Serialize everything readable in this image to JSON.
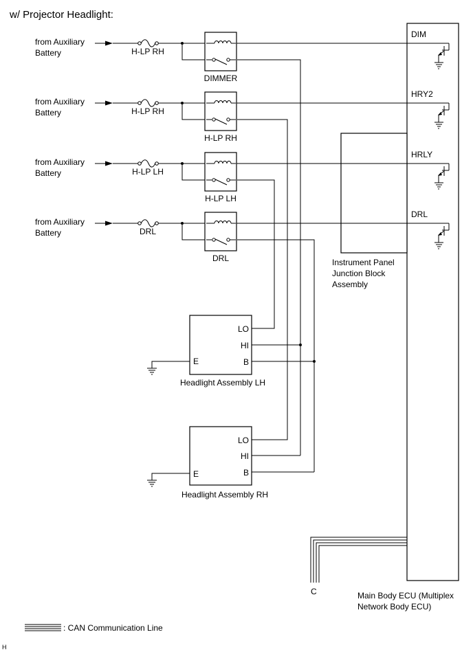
{
  "title": "w/ Projector Headlight:",
  "source_lines": [
    "from Auxiliary",
    "Battery"
  ],
  "circuits": [
    {
      "fuse": "H-LP RH",
      "relay": "DIMMER",
      "ecu_terminal": "DIM"
    },
    {
      "fuse": "H-LP RH",
      "relay": "H-LP RH",
      "ecu_terminal": "HRY2"
    },
    {
      "fuse": "H-LP LH",
      "relay": "H-LP LH",
      "ecu_terminal": "HRLY"
    },
    {
      "fuse": "DRL",
      "relay": "DRL",
      "ecu_terminal": "DRL"
    }
  ],
  "junction_block": [
    "Instrument Panel",
    "Junction Block",
    "Assembly"
  ],
  "headlight_lh": {
    "label": "Headlight Assembly LH",
    "terminals": {
      "lo": "LO",
      "hi": "HI",
      "b": "B",
      "e": "E"
    }
  },
  "headlight_rh": {
    "label": "Headlight Assembly RH",
    "terminals": {
      "lo": "LO",
      "hi": "HI",
      "b": "B",
      "e": "E"
    }
  },
  "ecu": [
    "Main Body ECU (Multiplex",
    "Network Body ECU)"
  ],
  "can_connector": "C",
  "legend": ": CAN Communication Line",
  "corner_mark": "H"
}
